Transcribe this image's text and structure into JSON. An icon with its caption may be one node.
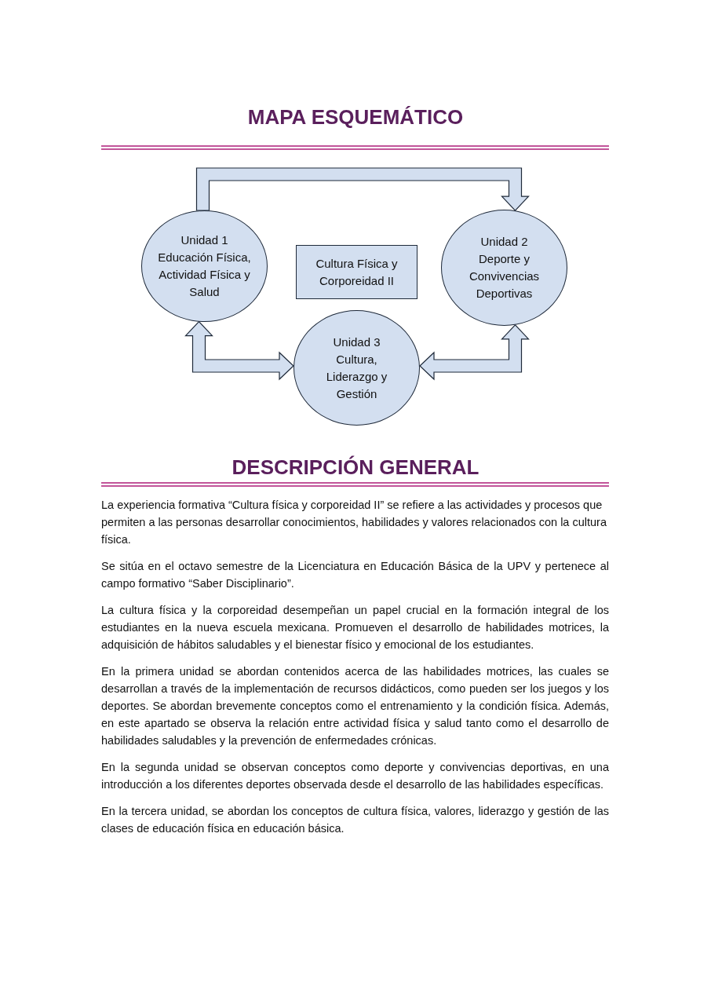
{
  "diagram": {
    "title": "MAPA ESQUEMÁTICO",
    "nodes": [
      {
        "text": [
          "Unidad 1",
          "Educación Física, Actividad Física y Salud"
        ]
      },
      {
        "text": [
          "Cultura Física y Corporeidad II"
        ]
      },
      {
        "text": [
          "Unidad 2",
          "Deporte y Convivencias Deportivas"
        ]
      },
      {
        "text": [
          "Unidad 3",
          "Cultura, Liderazgo y Gestión"
        ]
      }
    ],
    "edges": [
      {
        "from": 0,
        "to": 2,
        "arrow": "to"
      },
      {
        "from": 0,
        "to": 3,
        "arrow": "both"
      },
      {
        "from": 2,
        "to": 3,
        "arrow": "both"
      }
    ],
    "labels": [
      "DESCRIPCIÓN GENERAL",
      "La experiencia formativa “Cultura física y corporeidad II” se refiere a las actividades y procesos que permiten a las personas desarrollar conocimientos, habilidades y valores relacionados con la cultura física.",
      "Se sitúa en el octavo semestre de la Licenciatura en Educación Básica de la UPV y pertenece al campo formativo “Saber Disciplinario”.",
      "La cultura física y la corporeidad desempeñan un papel crucial en la formación integral de los estudiantes en la nueva escuela mexicana. Promueven el desarrollo de habilidades motrices, la adquisición de hábitos saludables y el bienestar físico y emocional de los estudiantes.",
      "En la primera unidad se abordan contenidos acerca de las habilidades motrices, las cuales se desarrollan a través de la implementación de recursos didácticos, como pueden ser los juegos y los deportes. Se abordan brevemente conceptos como el entrenamiento y la condición física. Además, en este apartado se observa la relación entre actividad física y salud tanto como el desarrollo de habilidades saludables y la prevención de enfermedades crónicas.",
      "En la segunda unidad se observan conceptos como deporte y convivencias deportivas, en una introducción a los diferentes deportes observada desde el desarrollo de las habilidades específicas.",
      "En la tercera unidad, se abordan los conceptos de cultura física, valores, liderazgo y gestión de las clases de educación física en educación básica."
    ]
  }
}
